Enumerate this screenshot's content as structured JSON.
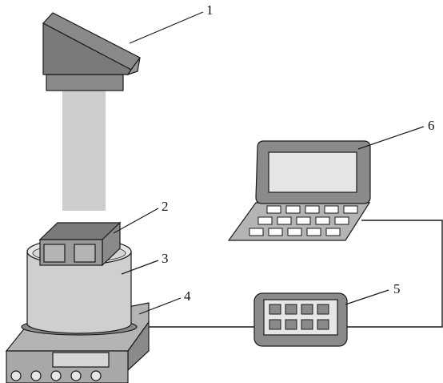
{
  "labels": {
    "l1": "1",
    "l2": "2",
    "l3": "3",
    "l4": "4",
    "l5": "5",
    "l6": "6"
  },
  "colors": {
    "stroke": "#1a1a1a",
    "dark": "#8a8a8a",
    "darker": "#6f6f6f",
    "mid": "#b4b4b4",
    "light": "#d6d6d6",
    "beam": "#cdcdcd",
    "screen": "#e6e6e6",
    "white": "#ffffff"
  }
}
